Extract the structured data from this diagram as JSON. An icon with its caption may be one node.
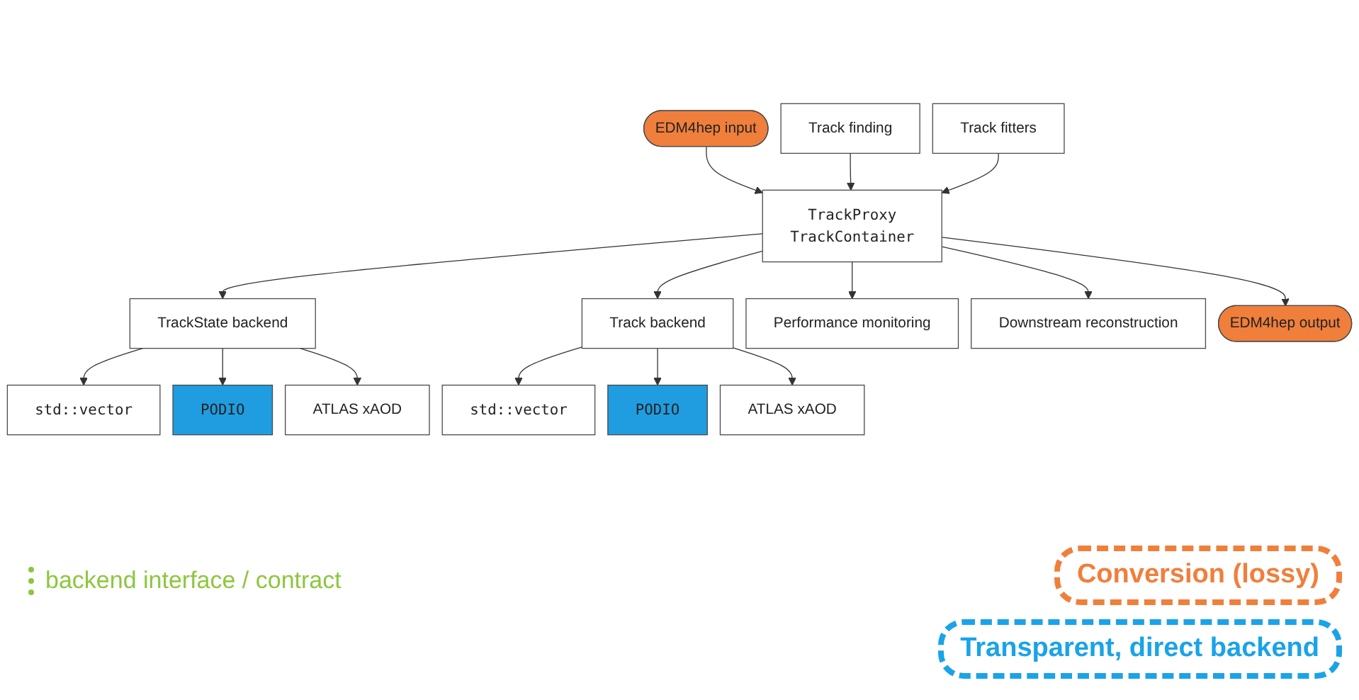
{
  "diagram": {
    "nodes": [
      {
        "text": [
          "EDM4hep input"
        ]
      },
      {
        "text": [
          "Track finding"
        ]
      },
      {
        "text": [
          "Track fitters"
        ]
      },
      {
        "text": [
          "TrackProxy",
          "TrackContainer"
        ]
      },
      {
        "text": [
          "TrackState backend"
        ]
      },
      {
        "text": [
          "std::vector"
        ]
      },
      {
        "text": [
          "PODIO"
        ]
      },
      {
        "text": [
          "ATLAS xAOD"
        ]
      },
      {
        "text": [
          "Track backend"
        ]
      },
      {
        "text": [
          "std::vector"
        ]
      },
      {
        "text": [
          "PODIO"
        ]
      },
      {
        "text": [
          "ATLAS xAOD"
        ]
      },
      {
        "text": [
          "Performance monitoring"
        ]
      },
      {
        "text": [
          "Downstream reconstruction"
        ]
      },
      {
        "text": [
          "EDM4hep output"
        ]
      }
    ],
    "edges": [
      {
        "from": 0,
        "to": 3,
        "arrow": "to"
      },
      {
        "from": 1,
        "to": 3,
        "arrow": "to"
      },
      {
        "from": 2,
        "to": 3,
        "arrow": "to"
      },
      {
        "from": 3,
        "to": 4,
        "arrow": "to"
      },
      {
        "from": 3,
        "to": 8,
        "arrow": "to"
      },
      {
        "from": 4,
        "to": 5,
        "arrow": "to"
      },
      {
        "from": 4,
        "to": 6,
        "arrow": "to"
      },
      {
        "from": 4,
        "to": 7,
        "arrow": "to"
      },
      {
        "from": 8,
        "to": 9,
        "arrow": "to"
      },
      {
        "from": 8,
        "to": 10,
        "arrow": "to"
      },
      {
        "from": 8,
        "to": 11,
        "arrow": "to"
      },
      {
        "from": 3,
        "to": 12,
        "arrow": "to"
      },
      {
        "from": 3,
        "to": 13,
        "arrow": "to"
      },
      {
        "from": 3,
        "to": 14,
        "arrow": "to"
      }
    ],
    "labels": [
      "backend interface / contract"
    ],
    "legend": [
      {
        "text": "Conversion (lossy)"
      },
      {
        "text": "Transparent, direct backend"
      }
    ]
  }
}
